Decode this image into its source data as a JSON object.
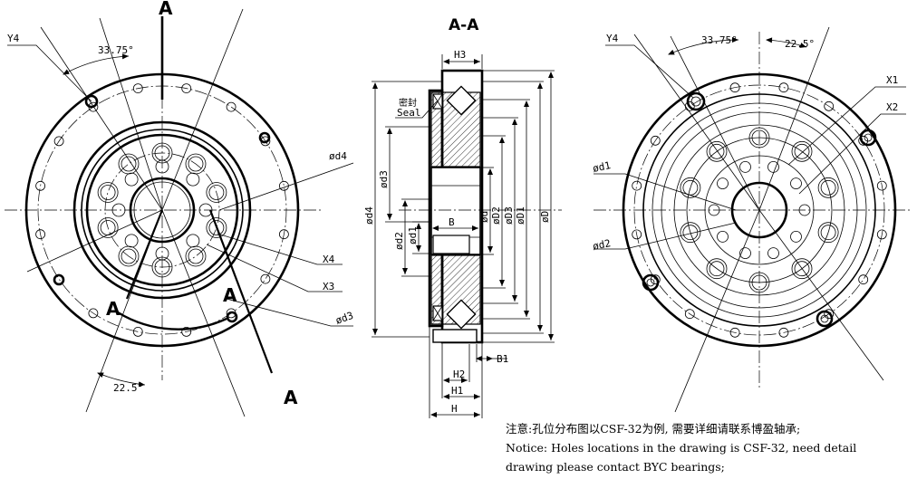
{
  "left_view": {
    "section_marks": [
      "A",
      "A",
      "A",
      "A"
    ],
    "angle_top": "33.75°",
    "angle_bottom": "22.5°",
    "labels": {
      "y4": "Y4",
      "od4": "ød4",
      "x4": "X4",
      "x3": "X3",
      "od3": "ød3"
    }
  },
  "section_view": {
    "title": "A-A",
    "seal_cn": "密封",
    "seal_en": "Seal",
    "dims": {
      "h3": "H3",
      "b": "B",
      "b1": "B1",
      "h2": "H2",
      "h1": "H1",
      "h": "H",
      "od4": "ød4",
      "od3": "ød3",
      "od2": "ød2",
      "od1": "ød1",
      "od": "ød",
      "oD2": "øD2",
      "oD3": "øD3",
      "oD1": "øD1",
      "oD": "øD"
    }
  },
  "right_view": {
    "angle_top": "33.75°",
    "angle_top2": "22.5°",
    "labels": {
      "y4": "Y4",
      "x1": "X1",
      "x2": "X2",
      "od1": "ød1",
      "od2": "ød2"
    }
  },
  "notes": [
    "注意:孔位分布图以CSF-32为例, 需要详细请联系博盈轴承;",
    "Notice: Holes locations in the drawing is CSF-32, need detail",
    "drawing please contact BYC bearings;"
  ]
}
